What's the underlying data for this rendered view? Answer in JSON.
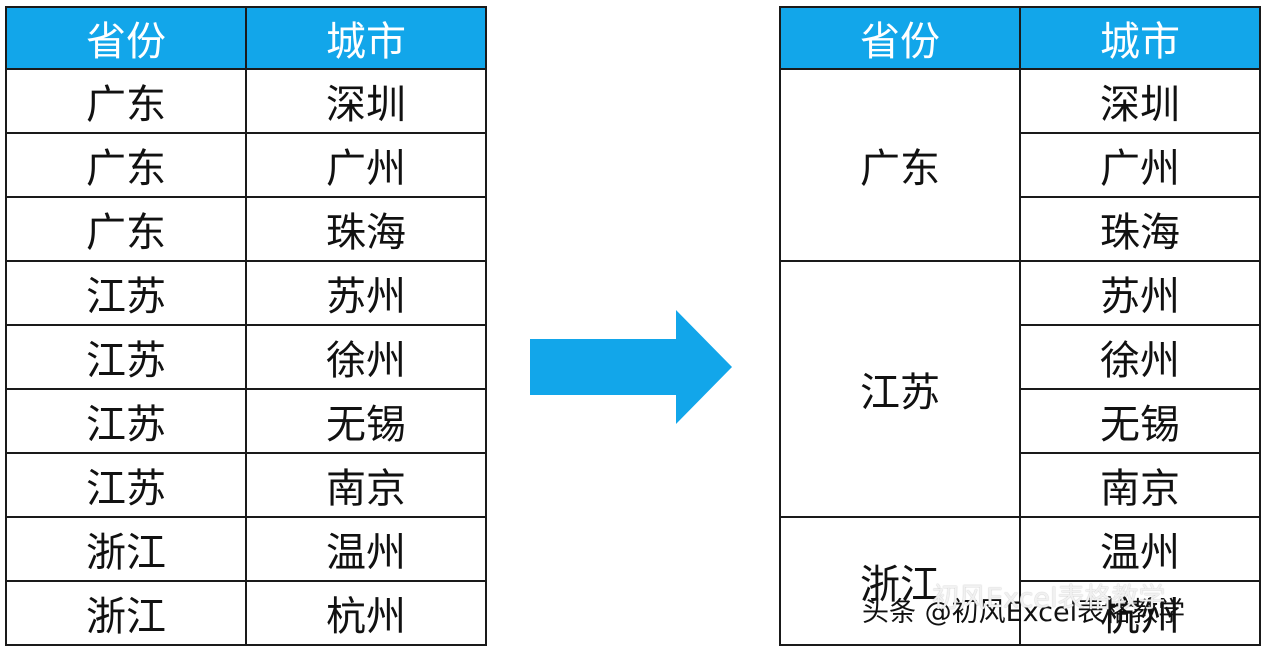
{
  "colors": {
    "header_bg": "#12a6ea",
    "header_text": "#ffffff",
    "arrow": "#12a6ea"
  },
  "headers": {
    "province": "省份",
    "city": "城市"
  },
  "left_rows": [
    {
      "province": "广东",
      "city": "深圳"
    },
    {
      "province": "广东",
      "city": "广州"
    },
    {
      "province": "广东",
      "city": "珠海"
    },
    {
      "province": "江苏",
      "city": "苏州"
    },
    {
      "province": "江苏",
      "city": "徐州"
    },
    {
      "province": "江苏",
      "city": "无锡"
    },
    {
      "province": "江苏",
      "city": "南京"
    },
    {
      "province": "浙江",
      "city": "温州"
    },
    {
      "province": "浙江",
      "city": "杭州"
    }
  ],
  "right_groups": [
    {
      "province": "广东",
      "cities": [
        "深圳",
        "广州",
        "珠海"
      ]
    },
    {
      "province": "江苏",
      "cities": [
        "苏州",
        "徐州",
        "无锡",
        "南京"
      ]
    },
    {
      "province": "浙江",
      "cities": [
        "温州",
        "杭州"
      ]
    }
  ],
  "arrow_icon": "right-arrow-icon",
  "watermark": {
    "text": "头条 @初风Excel表格教学",
    "ghost_text": "初风Excel表格教学"
  }
}
